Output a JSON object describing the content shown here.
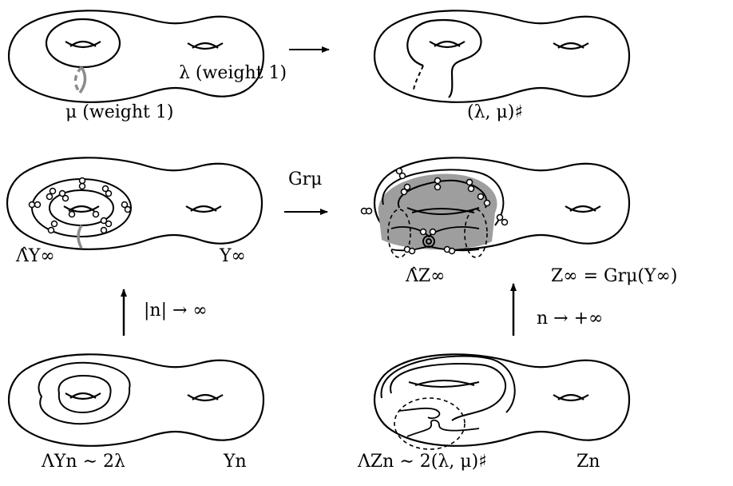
{
  "labels": {
    "lambda": "λ (weight 1)",
    "mu": "μ (weight 1)",
    "lambda_mu_sharp": "(λ, μ)♯",
    "gr_mu": "Grμ",
    "lambda_hat_Y_inf": "Λ̂Y∞",
    "Y_inf": "Y∞",
    "lambda_hat_Z_inf": "Λ̂Z∞",
    "Z_inf_eq": "Z∞ = Grμ(Y∞)",
    "n_abs_to_inf": "|n| → ∞",
    "n_to_plus_inf": "n → +∞",
    "lambda_Y_n": "ΛYn ∼ 2λ",
    "Y_n": "Yn",
    "lambda_Z_n": "ΛZn ∼ 2(λ, μ)♯",
    "Z_n": "Zn"
  },
  "colors": {
    "line": "#000000",
    "gray_curve": "#8c8c8c",
    "shade": "#9e9e9e"
  }
}
